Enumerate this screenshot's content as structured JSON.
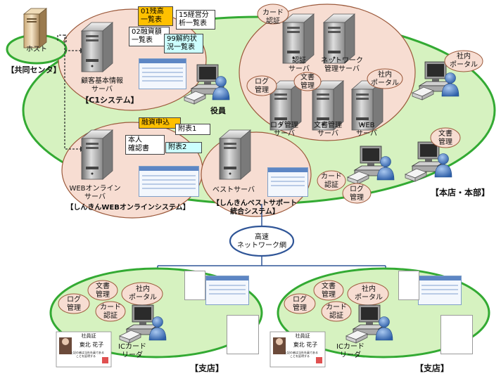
{
  "top": {
    "host": "ホスト",
    "host_center": "【共同センタ】",
    "core_server": "顧客基本情報\nサーバ",
    "core_system": "【C1システム】",
    "report_01": "01残高\n一覧表",
    "report_02": "02融資額\n一覧表",
    "report_15": "15経営分\n析一覧表",
    "report_99": "99解約状\n況一覧表",
    "card_auth_top": "カード\n認証",
    "auth_server": "認証\nサーバ",
    "network_server": "ネットワーク\n管理サーバ",
    "doc_mgmt_a": "文書\n管理",
    "portal_a": "社内\nポータル",
    "log_mgmt_a": "ログ\n管理",
    "log_server": "ログ管理\nサーバ",
    "doc_server": "文書管理\nサーバ",
    "web_server": "WEB\nサーバ",
    "portal_b": "社内\nポータル",
    "executive": "役員",
    "loan_app": "融資申込",
    "id_doc": "本人\n確認書",
    "attach1": "附表1",
    "attach2": "附表2",
    "web_online_server": "WEBオンライン\nサーバ",
    "web_online_system": "【しんきんWEBオンラインシステム】",
    "best_server": "ベストサーバ",
    "best_system": "【しんきんベストサポート\n統合システム】",
    "doc_mgmt_b": "文書\n管理",
    "card_auth_b": "カード\n認証",
    "log_mgmt_b": "ログ\n管理",
    "hq": "【本店・本部】"
  },
  "network": {
    "label": "高速\nネットワーク網"
  },
  "branch_left": {
    "log_mgmt": "ログ\n管理",
    "doc_mgmt": "文書\n管理",
    "portal": "社内\nポータル",
    "card_auth": "カード\n認証",
    "ic_reader": "ICカード\nリーダ",
    "title": "【支店】",
    "card_title": "社員証",
    "card_name": "東北 花子",
    "card_text": "上記の者は当社社員である\nことを証明する"
  },
  "branch_right": {
    "log_mgmt": "ログ\n管理",
    "doc_mgmt": "文書\n管理",
    "portal": "社内\nポータル",
    "card_auth": "カード\n認証",
    "ic_reader": "ICカード\nリーダ",
    "title": "【支店】",
    "card_title": "社員証",
    "card_name": "東北 花子",
    "card_text": "上記の者は当社社員である\nことを証明する"
  },
  "colors": {
    "zone_green": "#d6f2c0",
    "zone_border": "#33aa33",
    "sub_pink": "#f7ddd2",
    "sub_border": "#9c5a3c",
    "network_border": "#2f5597",
    "link_blue": "#2f5597"
  },
  "icons": [
    "server-icon",
    "workstation-icon",
    "user-icon",
    "card-reader-icon",
    "host-icon"
  ]
}
